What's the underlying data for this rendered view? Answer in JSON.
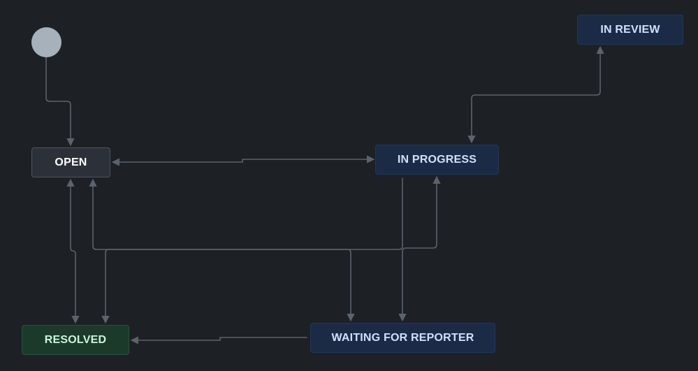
{
  "workflow": {
    "start": {
      "label": ""
    },
    "statuses": {
      "open": "OPEN",
      "in_progress": "IN PROGRESS",
      "in_review": "IN REVIEW",
      "resolved": "RESOLVED",
      "waiting_for_reporter": "WAITING FOR REPORTER"
    },
    "status_categories": {
      "open": "to-do",
      "in_progress": "in-progress",
      "in_review": "in-progress",
      "resolved": "done",
      "waiting_for_reporter": "in-progress"
    },
    "transitions": [
      {
        "from": "start",
        "to": "open"
      },
      {
        "from": "open",
        "to": "in_progress"
      },
      {
        "from": "in_progress",
        "to": "open"
      },
      {
        "from": "in_progress",
        "to": "in_review"
      },
      {
        "from": "in_review",
        "to": "in_progress"
      },
      {
        "from": "open",
        "to": "resolved"
      },
      {
        "from": "resolved",
        "to": "open"
      },
      {
        "from": "open",
        "to": "waiting_for_reporter"
      },
      {
        "from": "in_progress",
        "to": "resolved"
      },
      {
        "from": "in_progress",
        "to": "waiting_for_reporter"
      },
      {
        "from": "waiting_for_reporter",
        "to": "in_progress"
      },
      {
        "from": "waiting_for_reporter",
        "to": "resolved"
      }
    ],
    "colors": {
      "background": "#1d2025",
      "edge": "#5b636d",
      "todo": "#2c3038",
      "in_progress": "#1c2b45",
      "done": "#1c3a2a",
      "start": "#a7b1bc"
    }
  }
}
